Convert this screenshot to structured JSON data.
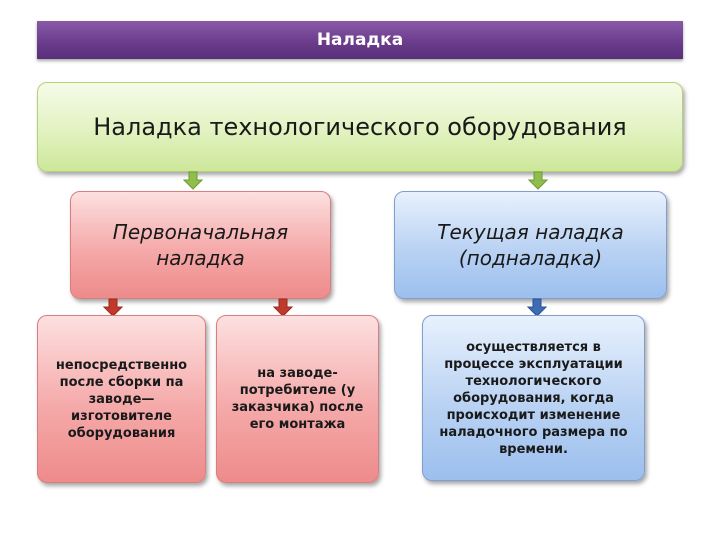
{
  "header": {
    "title": "Наладка"
  },
  "diagram": {
    "root": {
      "label": "Наладка технологического оборудования"
    },
    "initial": {
      "label": "Первоначальная наладка"
    },
    "current": {
      "label": "Текущая наладка (подналадка)"
    },
    "initial_children": [
      {
        "label": "непосредственно после сборки па заводе—изготовителе оборудования"
      },
      {
        "label": "на заводе-потребителе (у заказчика) после его монтажа"
      }
    ],
    "current_child": {
      "label": "осуществляется в процессе эксплуатации технологического оборудования, когда происходит изменение наладочного размера по времени."
    }
  },
  "colors": {
    "title_bar": "#6b3d8c",
    "root_fill": "#e4f3c4",
    "initial_fill": "#f5a9a9",
    "current_fill": "#b9d2f3",
    "arrow_green": "#8fbf4a",
    "arrow_red": "#c0392b",
    "arrow_blue": "#3d6cb5"
  }
}
